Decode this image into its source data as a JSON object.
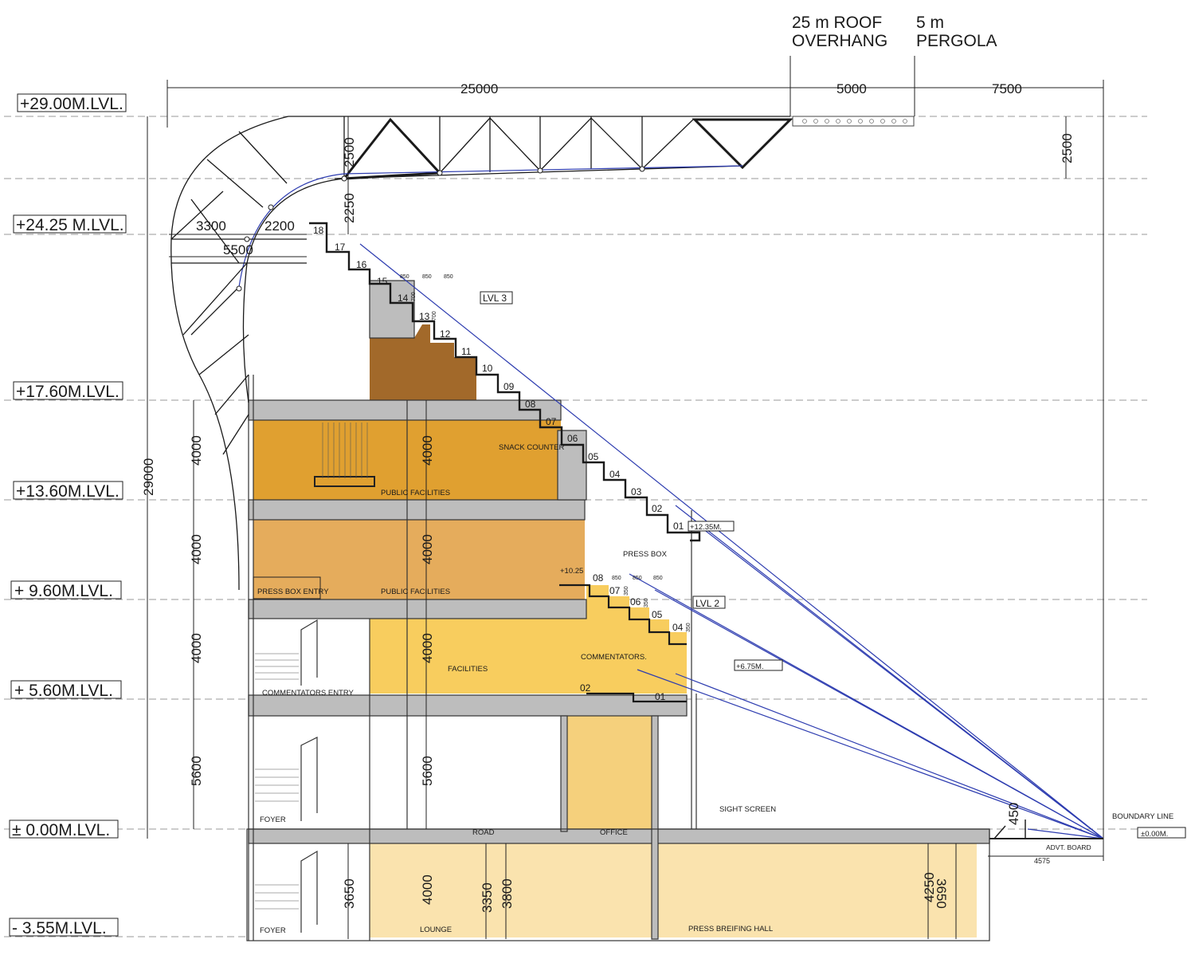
{
  "levels": [
    {
      "label": "+29.00M.LVL."
    },
    {
      "label": "+24.25 M.LVL."
    },
    {
      "label": "+17.60M.LVL."
    },
    {
      "label": "+13.60M.LVL."
    },
    {
      "label": "+ 9.60M.LVL."
    },
    {
      "label": "+ 5.60M.LVL."
    },
    {
      "label": "± 0.00M.LVL."
    },
    {
      "label": "- 3.55M.LVL."
    }
  ],
  "header": {
    "roof_overhang": [
      "25 m ROOF",
      "OVERHANG"
    ],
    "pergola": [
      "5 m",
      "PERGOLA"
    ]
  },
  "dimensions": {
    "top": [
      "25000",
      "5000",
      "7500"
    ],
    "truss_depth_left": "2500",
    "truss_depth_right": "2500",
    "below_truss": "2250",
    "curve": [
      "3300",
      "2200",
      "5500"
    ],
    "overall_height": "29000",
    "left_floors": [
      "4000",
      "4000",
      "4000",
      "5600"
    ],
    "mid_floors": [
      "4000",
      "4000",
      "4000",
      "5600"
    ],
    "basement": [
      "3650",
      "4000",
      "3350",
      "3800",
      "4250",
      "3650"
    ],
    "step_widths": [
      "850",
      "850",
      "850"
    ],
    "riser": [
      "700",
      "700"
    ],
    "lower_step_widths": [
      "850",
      "850",
      "850"
    ],
    "lower_riser": [
      "350",
      "350",
      "350"
    ],
    "board_setback": "450",
    "board_offset": "4575"
  },
  "rows_upper": [
    "18",
    "17",
    "16",
    "15",
    "14",
    "13",
    "12",
    "11",
    "10",
    "09",
    "08",
    "07",
    "06",
    "05",
    "04",
    "03",
    "02",
    "01"
  ],
  "rows_lower": [
    "08",
    "07",
    "06",
    "05",
    "04"
  ],
  "rows_ground": [
    "02",
    "01"
  ],
  "tags": {
    "lvl3": "LVL 3",
    "lvl2": "LVL 2",
    "upper_tier_level": "+12.35M.",
    "lower_tier_level": "+6.75M.",
    "press_box_level": "+10.25",
    "ground_ref": "±0.00M."
  },
  "rooms": {
    "snack_counter": "SNACK COUNTER",
    "public_facilities_upper": "PUBLIC FACILITIES",
    "public_facilities_lower": "PUBLIC FACILITIES",
    "press_box_entry": "PRESS BOX ENTRY",
    "press_box": "PRESS BOX",
    "facilities": "FACILITIES",
    "commentators": "COMMENTATORS.",
    "commentators_entry": "COMMENTATORS ENTRY",
    "foyer_ground": "FOYER",
    "foyer_basement": "FOYER",
    "road": "ROAD",
    "office": "OFFICE",
    "sight_screen": "SIGHT SCREEN",
    "boundary_line": "BOUNDARY LINE",
    "advt_board": "ADVT. BOARD",
    "lounge": "LOUNGE",
    "press_briefing_hall": "PRESS BREIFING HALL"
  },
  "colors": {
    "level3_brown": "#a2692a",
    "level3_orange": "#e0a030",
    "level2_orange": "#e5ac5c",
    "level1_yellow": "#f8cd5e",
    "office_yellow": "#f5d07c",
    "basement_beige": "#fae3ae",
    "concrete": "#bdbdbd",
    "sightline_blue": "#2d3cb0"
  }
}
